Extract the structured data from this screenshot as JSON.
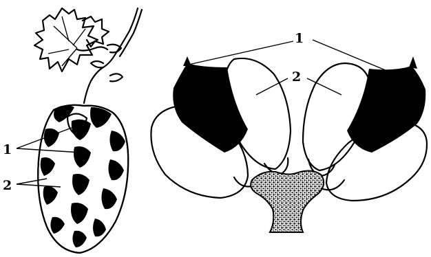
{
  "labels": {
    "left_1": "1",
    "left_2": "2",
    "right_1": "1",
    "right_2": "2"
  },
  "colors": {
    "ink": "#000000",
    "paper": "#ffffff"
  }
}
